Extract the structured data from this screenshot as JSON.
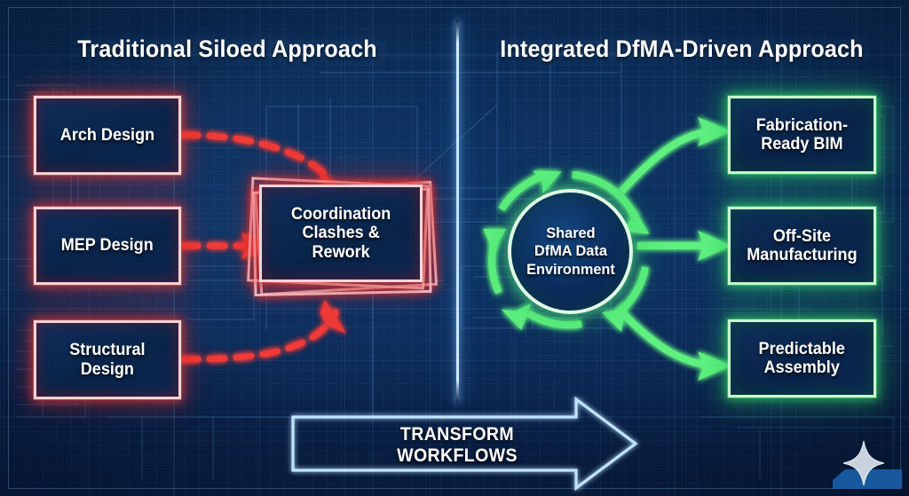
{
  "diagram": {
    "left_title": "Traditional Siloed Approach",
    "right_title": "Integrated DfMA-Driven Approach",
    "banner_label": "TRANSFORM WORKFLOWS",
    "left_nodes": [
      {
        "label": "Arch Design"
      },
      {
        "label": "MEP Design"
      },
      {
        "label": "Structural\nDesign"
      }
    ],
    "left_hub": {
      "label": "Coordination\nClashes &\nRework"
    },
    "right_hub": {
      "label": "Shared\nDfMA Data\nEnvironment"
    },
    "right_nodes": [
      {
        "label": "Fabrication-\nReady BIM"
      },
      {
        "label": "Off-Site\nManufacturing"
      },
      {
        "label": "Predictable\nAssembly"
      }
    ],
    "colors": {
      "background_deep": "#071c3e",
      "background_mid": "#0b2b57",
      "blueprint_line": "#7ab9ff",
      "red_accent": "#ee3b38",
      "red_border": "#f6d6d8",
      "green_accent": "#5ef07f",
      "green_border": "#c8f7cd",
      "divider_glow": "#bfe4ff",
      "text": "#ffffff"
    }
  }
}
